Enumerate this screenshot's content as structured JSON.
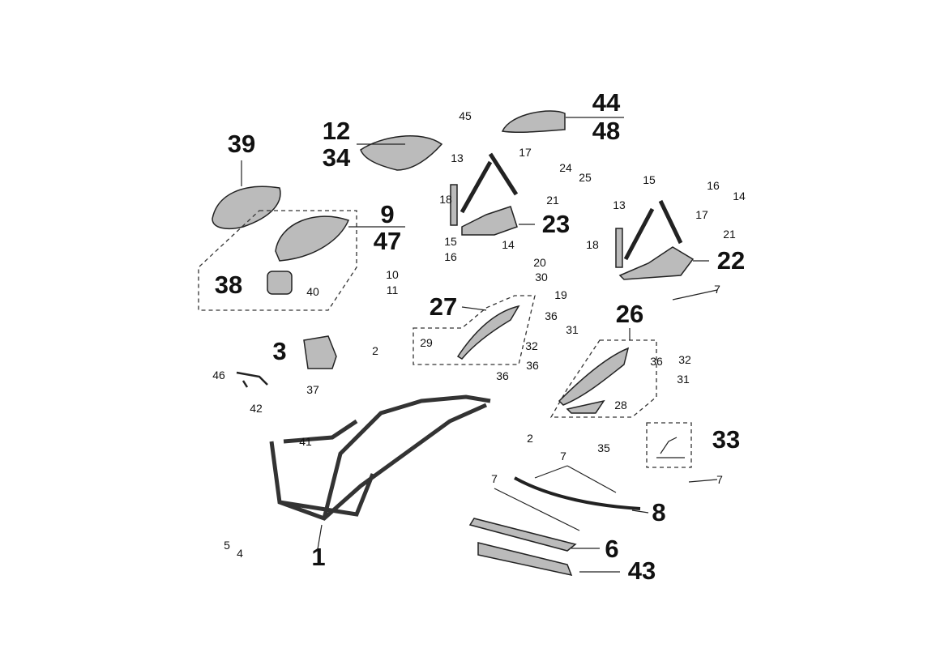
{
  "labels": {
    "l39": "39",
    "l12": "12",
    "l34": "34",
    "l44": "44",
    "l48": "48",
    "l9": "9",
    "l47": "47",
    "l38": "38",
    "l23": "23",
    "l22": "22",
    "l27": "27",
    "l26": "26",
    "l3": "3",
    "l33": "33",
    "l8": "8",
    "l6": "6",
    "l43": "43",
    "l1": "1",
    "s45": "45",
    "s17a": "17",
    "s13a": "13",
    "s24": "24",
    "s25": "25",
    "s18a": "18",
    "s21a": "21",
    "s15a": "15",
    "s14a": "14",
    "s16a": "16",
    "s10": "10",
    "s11": "11",
    "s40": "40",
    "s20": "20",
    "s30": "30",
    "s19": "19",
    "s15b": "15",
    "s16b": "16",
    "s14b": "14",
    "s13b": "13",
    "s17b": "17",
    "s21b": "21",
    "s18b": "18",
    "s7a": "7",
    "s36a": "36",
    "s31a": "31",
    "s29": "29",
    "s32a": "32",
    "s36b": "36",
    "s36c": "36",
    "s2a": "2",
    "s36d": "36",
    "s32b": "32",
    "s31b": "31",
    "s28": "28",
    "s46": "46",
    "s37": "37",
    "s42": "42",
    "s41": "41",
    "s2b": "2",
    "s35": "35",
    "s7b": "7",
    "s7c": "7",
    "s7d": "7",
    "s5": "5",
    "s4": "4"
  }
}
